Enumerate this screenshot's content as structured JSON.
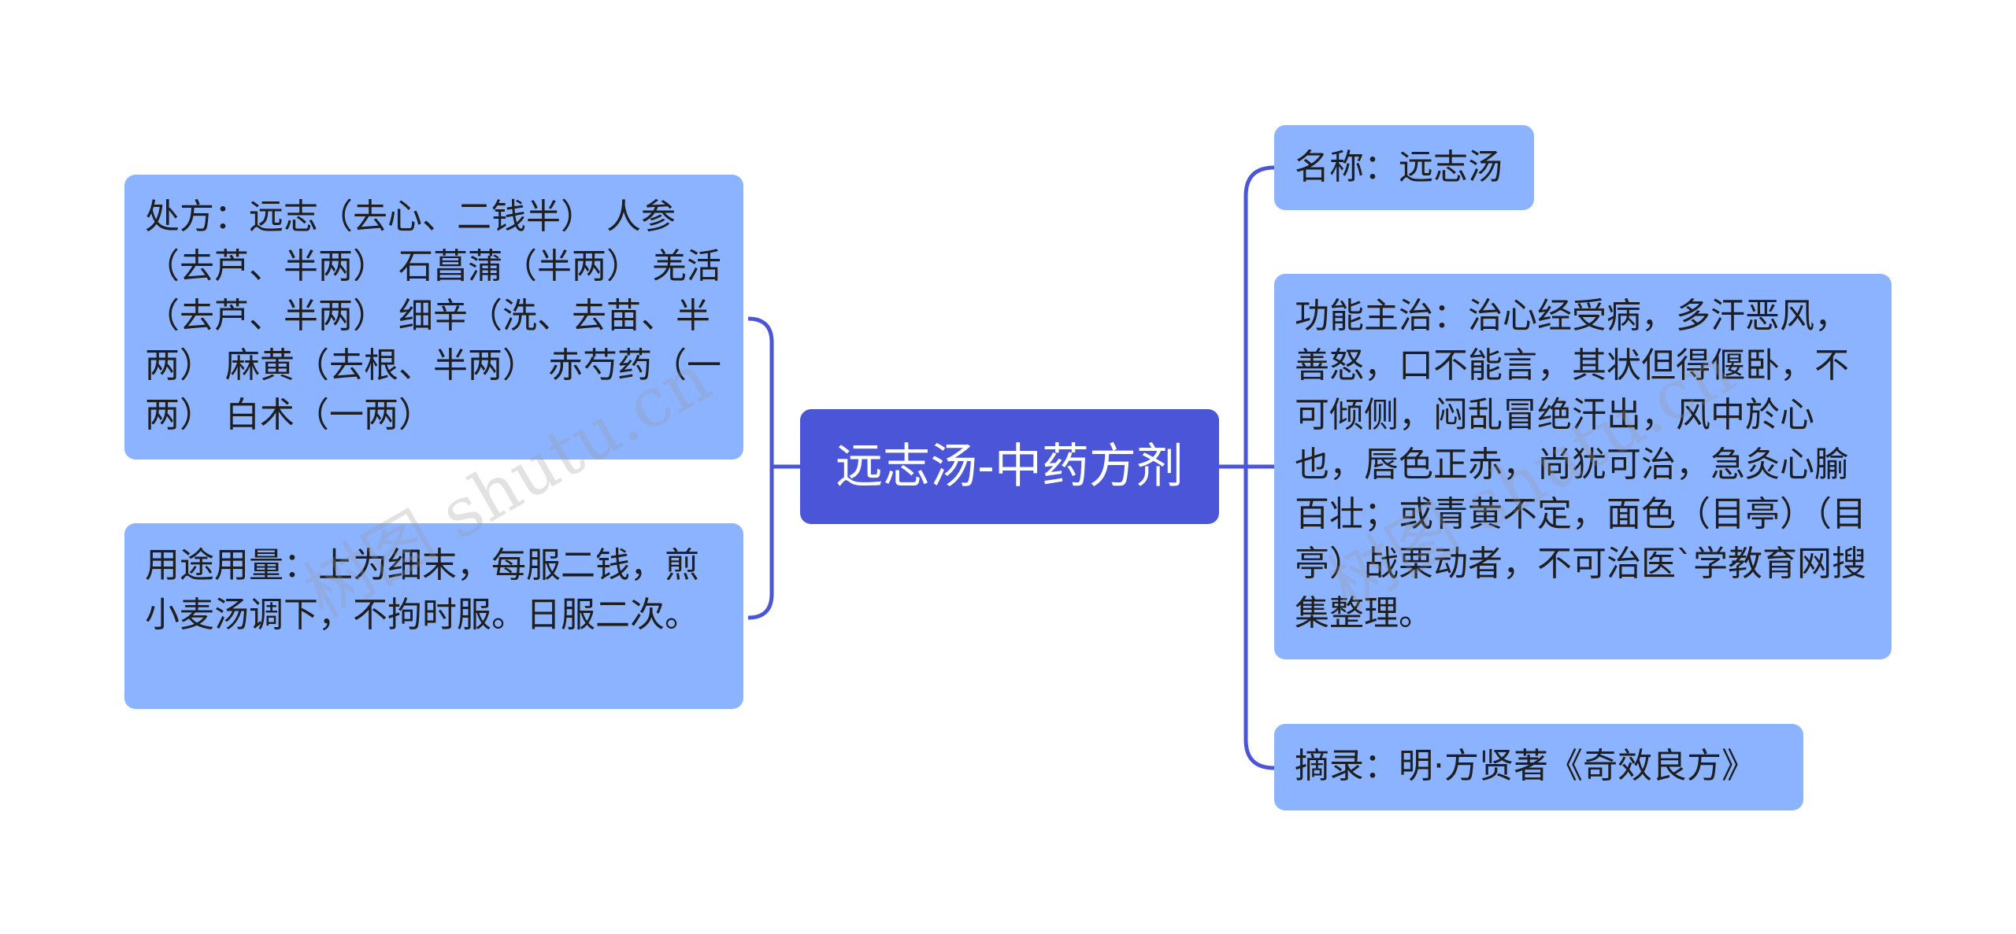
{
  "root": {
    "title": "远志汤-中药方剂"
  },
  "left_nodes": [
    {
      "text": "处方：远志（去心、二钱半） 人参（去芦、半两） 石菖蒲（半两） 羌活（去芦、半两） 细辛（洗、去苗、半两） 麻黄（去根、半两） 赤芍药（一两） 白术（一两）"
    },
    {
      "text": "用途用量：上为细末，每服二钱，煎小麦汤调下，不拘时服。日服二次。"
    }
  ],
  "right_nodes": [
    {
      "text": "名称：远志汤"
    },
    {
      "text": "功能主治：治心经受病，多汗恶风，善怒，口不能言，其状但得偃卧，不可倾侧，闷乱冒绝汗出，风中於心也，唇色正赤，尚犹可治，急灸心腧百壮；或青黄不定，面色（目亭）（目亭）战栗动者，不可治医`学教育网搜集整理。"
    },
    {
      "text": "摘录：明·方贤著《奇效良方》"
    }
  ],
  "watermarks": [
    "树图 shutu.cn",
    "树图 shutu.cn"
  ],
  "colors": {
    "root_bg": "#4a55d8",
    "node_bg": "#8cb3ff",
    "connector": "#4a55d8"
  }
}
